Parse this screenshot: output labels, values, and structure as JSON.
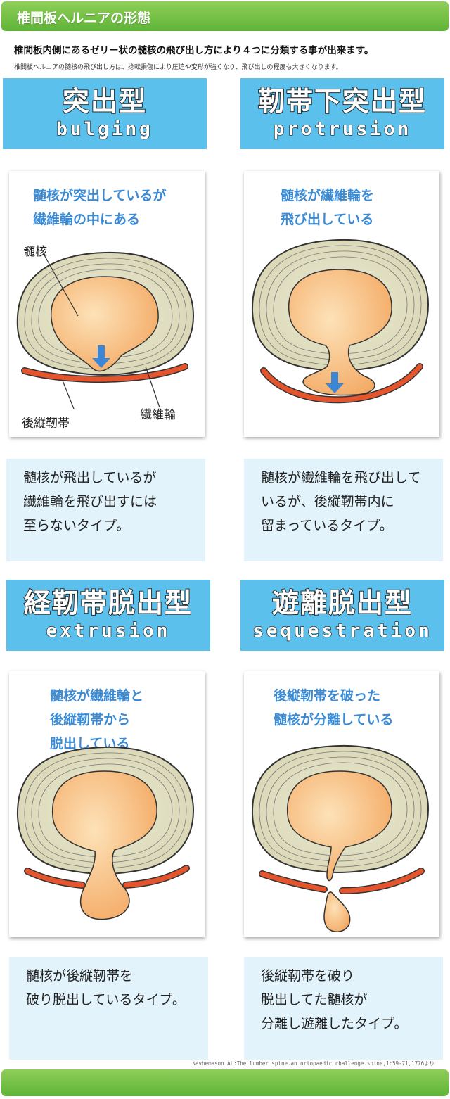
{
  "header": {
    "title": "椎間板ヘルニアの形態"
  },
  "intro": {
    "main": "椎間板内側にあるゼリー状の髄核の飛び出し方により４つに分類する事が出来ます。",
    "sub": "椎間板ヘルニアの髄核の飛び出し方は、捻転損傷により圧迫や変形が強くなり、飛び出しの程度も大きくなります。"
  },
  "types": [
    {
      "name_jp": "突出型",
      "name_en": "bulging",
      "caption": [
        "髄核が突出しているが",
        "繊維輪の中にある"
      ],
      "labels": {
        "nucleus": "髄核",
        "ligament": "後縦靭帯",
        "annulus": "繊維輪"
      },
      "description": [
        "髄核が飛出しているが",
        "繊維輪を飛び出すには",
        "至らないタイプ。"
      ]
    },
    {
      "name_jp": "靭帯下突出型",
      "name_en": "protrusion",
      "caption": [
        "髄核が繊維輪を",
        "飛び出している"
      ],
      "description": [
        "髄核が繊維輪を飛び出して",
        "いるが、後縦靭帯内に",
        "留まっているタイプ。"
      ]
    },
    {
      "name_jp": "経靭帯脱出型",
      "name_en": "extrusion",
      "caption": [
        "髄核が繊維輪と",
        "後縦靭帯から",
        "脱出している"
      ],
      "description": [
        "髄核が後縦靭帯を",
        "破り脱出しているタイプ。"
      ]
    },
    {
      "name_jp": "遊離脱出型",
      "name_en": "sequestration",
      "caption": [
        "後縦靭帯を破った",
        "髄核が分離している"
      ],
      "description": [
        "後縦靭帯を破り",
        "脱出してた髄核が",
        "分離し遊離したタイプ。"
      ]
    }
  ],
  "citation": "Navhemason AL:The lumber spine.an ortopaedic challenge.spine,1:59-71,1776より",
  "colors": {
    "header_green": "#6cbd42",
    "type_header_blue": "#5bc1ec",
    "caption_blue": "#3b8ad4",
    "nucleus_orange": "#f6b370",
    "ligament_red": "#e4552e",
    "arrow_blue": "#3b86d6",
    "desc_bg": "#e3f3fc"
  }
}
